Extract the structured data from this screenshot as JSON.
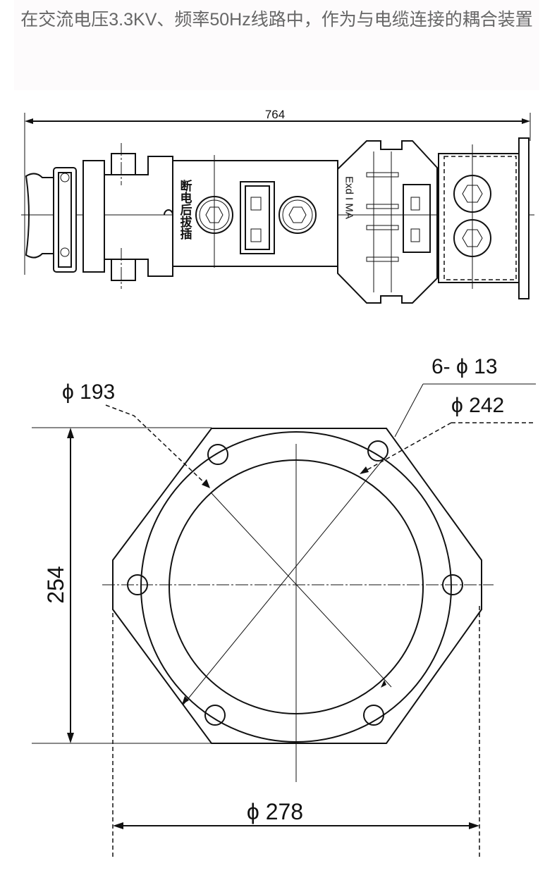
{
  "caption": "在交流电压3.3KV、频率50Hz线路中，作为与电缆连接的耦合装置",
  "side_view": {
    "length_dim": "764",
    "warning_text": "断电后拔插",
    "marking": "Exd I MA"
  },
  "flange_view": {
    "inner_diameter": "ϕ 193",
    "holes": "6- ϕ 13",
    "bolt_circle": "ϕ 242",
    "height_dim": "254",
    "width_dim": "ϕ 278"
  }
}
